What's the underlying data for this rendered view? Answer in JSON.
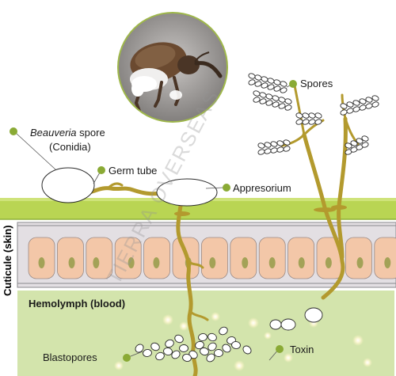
{
  "labels": {
    "spores": "Spores",
    "beauveria_italic": "Beauveria",
    "beauveria_rest": " spore",
    "conidia": "(Conidia)",
    "germ_tube": "Germ tube",
    "appresorium": "Appresorium",
    "cuticle": "Cuticule (skin)",
    "hemolymph": "Hemolymph (blood)",
    "blastopores": "Blastopores",
    "toxin": "Toxin"
  },
  "watermark": "TIERRA OVERSEAS",
  "colors": {
    "cuticle_fill": "#b9d553",
    "cuticle_dark": "#8fb23a",
    "epidermis_bg": "#e3dfe3",
    "cell_fill": "#f3c7a8",
    "nucleus": "#a3a257",
    "hemolymph_bg": "#d3e4ac",
    "hypha": "#b39a2e",
    "dot": "#8aaa35"
  }
}
